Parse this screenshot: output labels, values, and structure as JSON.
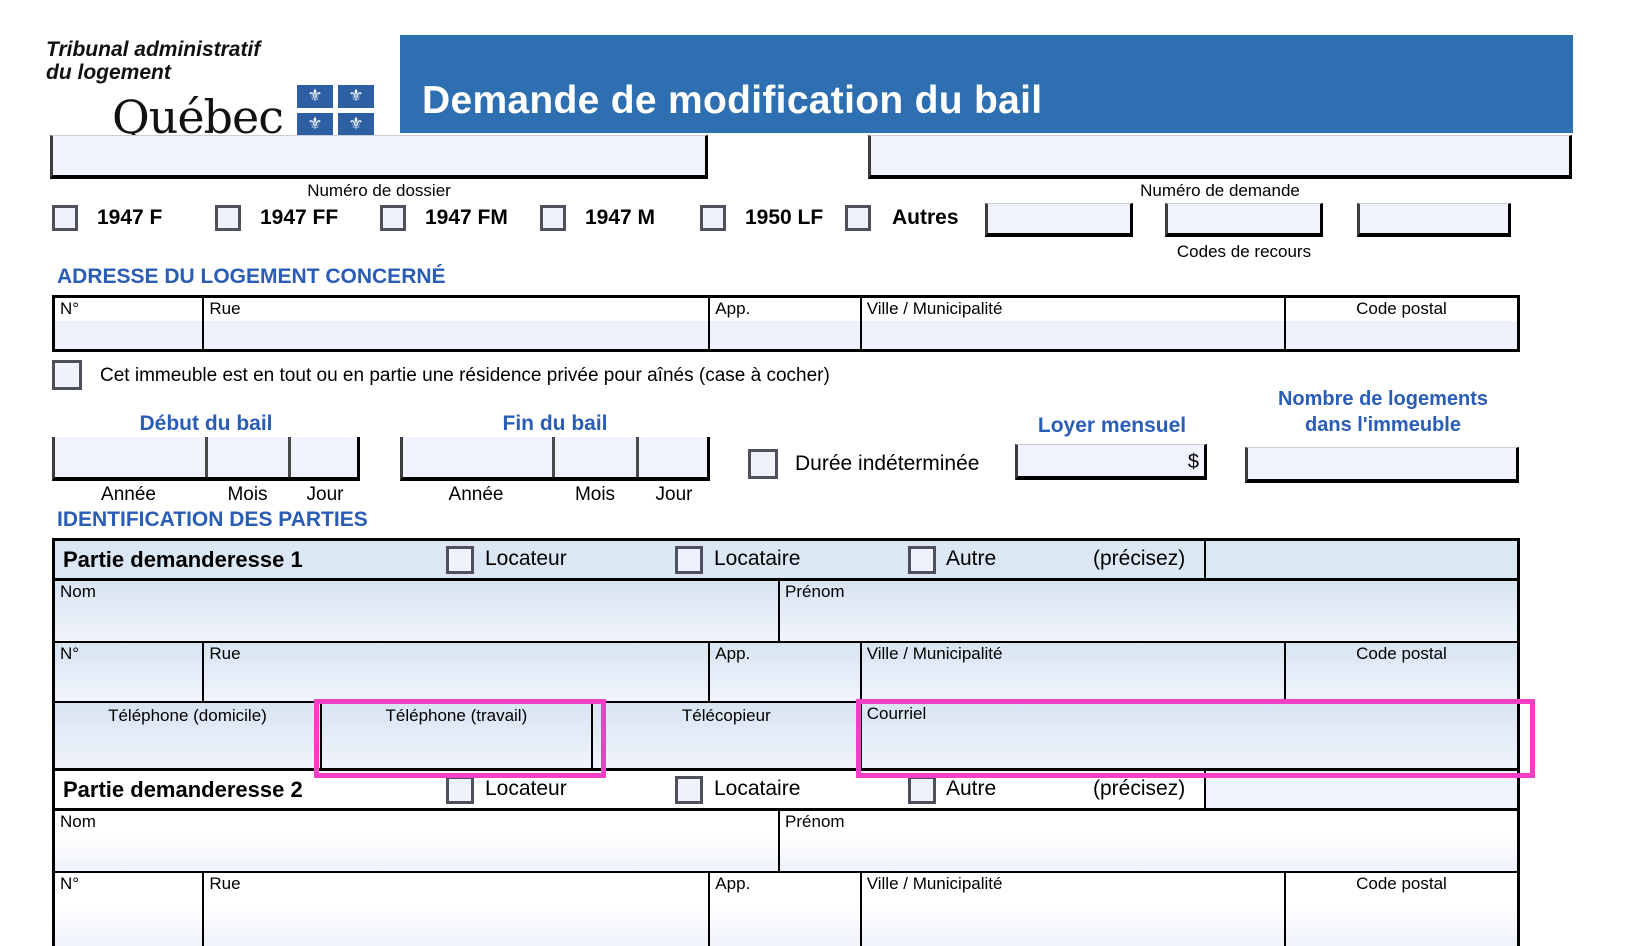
{
  "logo": {
    "org_line1": "Tribunal administratif",
    "org_line2": "du logement",
    "wordmark": "Québec"
  },
  "icons": {
    "fleur_de_lis": "⚜"
  },
  "header": {
    "title": "Demande de modification du bail"
  },
  "file_number": {
    "dossier_label": "Numéro de dossier",
    "demande_label": "Numéro de demande",
    "codes_label": "Codes de recours"
  },
  "recourse": {
    "options": [
      "1947 F",
      "1947 FF",
      "1947 FM",
      "1947 M",
      "1950 LF",
      "Autres"
    ]
  },
  "address": {
    "heading": "ADRESSE DU LOGEMENT CONCERNÉ",
    "col_no": "N°",
    "col_rue": "Rue",
    "col_app": "App.",
    "col_ville": "Ville / Municipalité",
    "col_cp": "Code postal",
    "senior_checkbox_label": "Cet immeuble est en tout ou en partie une résidence privée pour aînés (case à cocher)"
  },
  "lease": {
    "start_heading": "Début du bail",
    "end_heading": "Fin du bail",
    "year": "Année",
    "month": "Mois",
    "day": "Jour",
    "indeterminate": "Durée indéterminée",
    "rent_heading": "Loyer mensuel",
    "currency": "$",
    "units_line1": "Nombre de logements",
    "units_line2": "dans l'immeuble"
  },
  "parties": {
    "heading": "IDENTIFICATION DES PARTIES",
    "party1_title": "Partie demanderesse 1",
    "party2_title": "Partie demanderesse 2",
    "role_locateur": "Locateur",
    "role_locataire": "Locataire",
    "role_autre": "Autre",
    "precise": "(précisez)",
    "nom": "Nom",
    "prenom": "Prénom",
    "tel_home": "Téléphone (domicile)",
    "tel_work": "Téléphone (travail)",
    "fax": "Télécopieur",
    "email": "Courriel"
  },
  "colors": {
    "header_bar_blue": "#2E6FB2",
    "heading_blue": "#2A5DB5",
    "flag_blue": "#2E5FA3",
    "highlight_pink": "#F23FC4",
    "field_fill": "#F1F3FC",
    "party_header_fill": "#DCE7F4"
  }
}
